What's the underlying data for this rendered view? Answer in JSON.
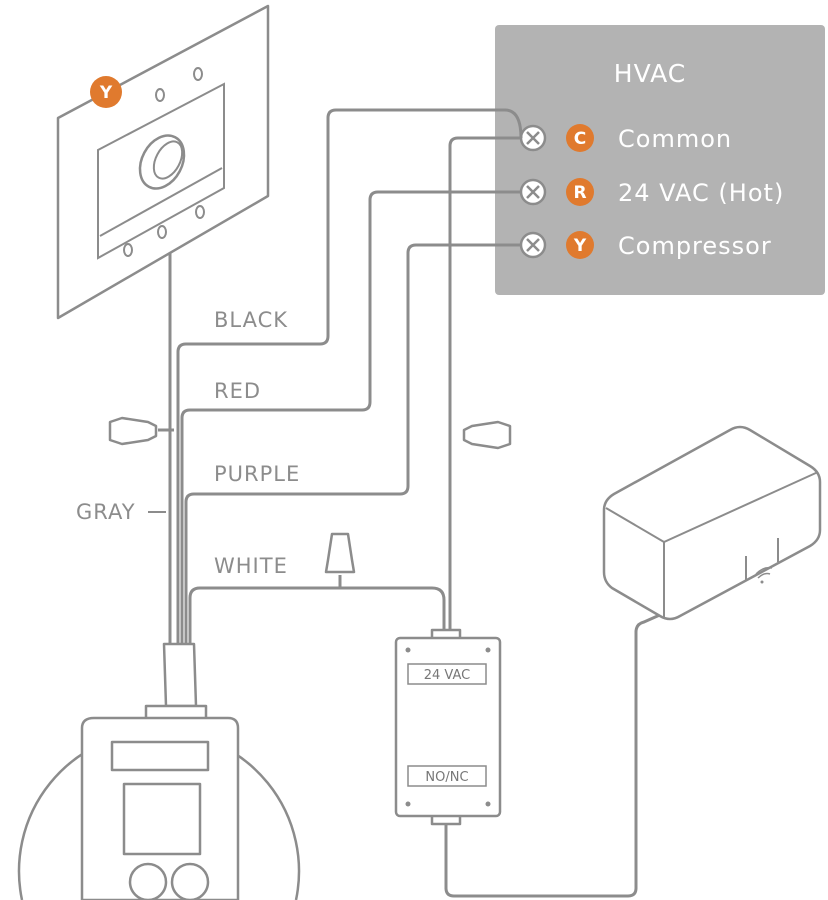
{
  "hvac": {
    "title": "HVAC",
    "panel_color": "#b3b3b3",
    "accent_color": "#e07a2e",
    "terminals": [
      {
        "badge": "C",
        "label": "Common"
      },
      {
        "badge": "R",
        "label": "24 VAC (Hot)"
      },
      {
        "badge": "Y",
        "label": "Compressor"
      }
    ]
  },
  "wall_plate": {
    "badge": "Y"
  },
  "wires": {
    "black": "BLACK",
    "red": "RED",
    "purple": "PURPLE",
    "gray": "GRAY",
    "white": "WHITE"
  },
  "relay": {
    "top_label": "24 VAC",
    "bottom_label": "NO/NC"
  },
  "hub": {
    "icon": "wifi-icon"
  }
}
